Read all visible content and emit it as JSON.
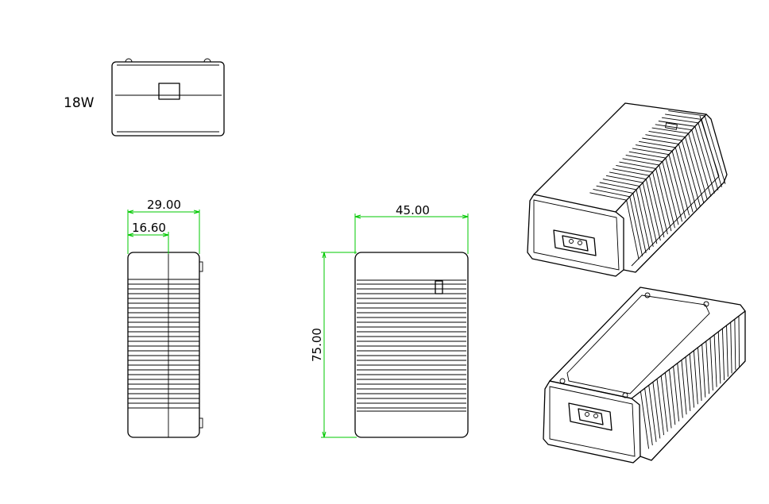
{
  "model_label": "18W",
  "dimensions": {
    "side_width": "29.00",
    "side_inner_width": "16.60",
    "front_width": "45.00",
    "front_height": "75.00"
  },
  "colors": {
    "outline": "#000000",
    "dimension_lines": "#00c800",
    "background": "#ffffff"
  }
}
